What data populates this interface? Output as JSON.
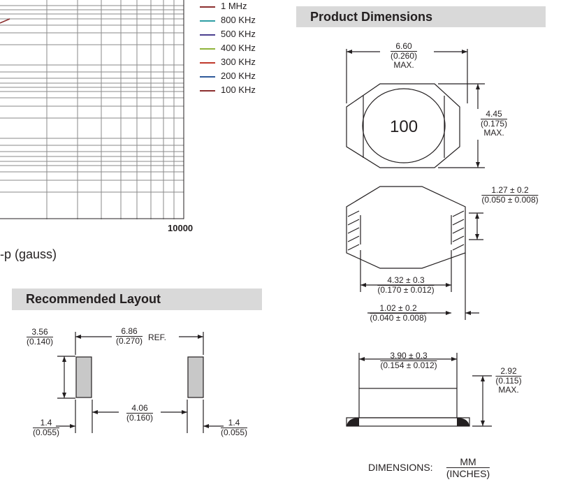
{
  "graph": {
    "legend": [
      {
        "label": "1 MHz",
        "color": "#8c2f2f"
      },
      {
        "label": "800 KHz",
        "color": "#2e9ea4"
      },
      {
        "label": "500 KHz",
        "color": "#4b3f8f"
      },
      {
        "label": "400 KHz",
        "color": "#8fb43a"
      },
      {
        "label": "300 KHz",
        "color": "#c0392b"
      },
      {
        "label": "200 KHz",
        "color": "#2f5a9a"
      },
      {
        "label": "100 KHz",
        "color": "#8c2f2f"
      }
    ],
    "x_tick": "10000",
    "x_axis_label": "-p (gauss)"
  },
  "product_dimensions": {
    "title": "Product Dimensions",
    "marking": "100",
    "width": {
      "top": "6.60",
      "bottom": "(0.260)",
      "note": "MAX."
    },
    "height": {
      "top": "4.45",
      "bottom": "(0.175)",
      "note": "MAX."
    },
    "terminal_width": {
      "top": "1.27 ± 0.2",
      "bottom": "(0.050 ± 0.008)"
    },
    "body_length": {
      "top": "4.32 ± 0.3",
      "bottom": "(0.170 ± 0.012)"
    },
    "terminal_offset": {
      "top": "1.02 ± 0.2",
      "bottom": "(0.040 ± 0.008)"
    },
    "top_width": {
      "top": "3.90 ± 0.3",
      "bottom": "(0.154 ± 0.012)"
    },
    "thickness": {
      "top": "2.92",
      "bottom": "(0.115)",
      "note": "MAX."
    },
    "units_label": "DIMENSIONS:",
    "units_top": "MM",
    "units_bottom": "(INCHES)"
  },
  "recommended_layout": {
    "title": "Recommended Layout",
    "pad_height": {
      "top": "3.56",
      "bottom": "(0.140)"
    },
    "overall": {
      "top": "6.86",
      "bottom": "(0.270)",
      "note": "REF."
    },
    "gap": {
      "top": "4.06",
      "bottom": "(0.160)"
    },
    "pad_left": {
      "top": "1.4",
      "bottom": "(0.055)"
    },
    "pad_right": {
      "top": "1.4",
      "bottom": "(0.055)"
    }
  }
}
